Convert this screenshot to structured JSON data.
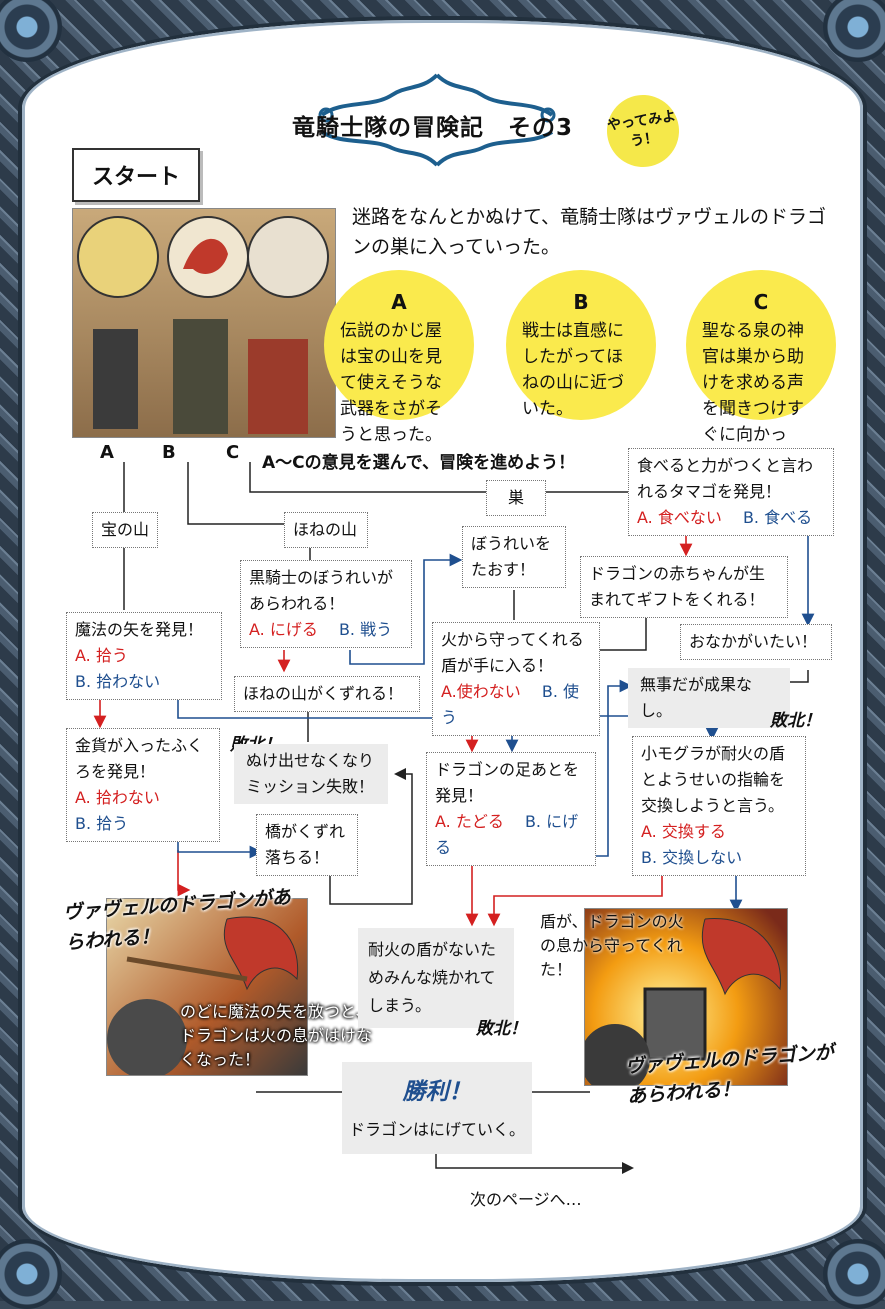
{
  "title": "竜騎士隊の冒険記　その3",
  "badge": "やってみよう！",
  "start_label": "スタート",
  "intro": "迷路をなんとかぬけて、竜騎士隊はヴァヴェルのドラゴンの巣に入っていった。",
  "options": [
    {
      "label": "A",
      "text": "伝説のかじ屋は宝の山を見て使えそうな武器をさがそうと思った。"
    },
    {
      "label": "B",
      "text": "戦士は直感にしたがってほねの山に近づいた。"
    },
    {
      "label": "C",
      "text": "聖なる泉の神官は巣から助けを求める声を聞きつけすぐに向かった。"
    }
  ],
  "path_labels": [
    "A",
    "B",
    "C"
  ],
  "prompt": "A〜Cの意見を選んで、冒険を進めよう！",
  "nodes": {
    "nest": "巣",
    "treasure": "宝の山",
    "bones": "ほねの山",
    "egg": {
      "text": "食べると力がつくと言われるタマゴを発見！",
      "a": "A. 食べない",
      "b": "B. 食べる"
    },
    "knight": {
      "text": "黒騎士のぼうれいがあらわれる！",
      "a": "A. にげる",
      "b": "B. 戦う"
    },
    "defeat_ghost": "ぼうれいをたおす！",
    "baby": "ドラゴンの赤ちゃんが生まれてギフトをくれる！",
    "stomach": "おなかがいたい！",
    "arrow": {
      "text": "魔法の矢を発見！",
      "a": "A. 拾う",
      "b": "B. 拾わない"
    },
    "shield": {
      "text": "火から守ってくれる盾が手に入る！",
      "a": "A.使わない",
      "b": "B. 使う"
    },
    "collapse": "ほねの山がくずれる！",
    "safe": "無事だが成果なし。",
    "gold": {
      "text": "金貨が入ったふくろを発見！",
      "a": "A. 拾わない",
      "b": "B. 拾う"
    },
    "stuck": "ぬけ出せなくなりミッション失敗！",
    "footprints": {
      "text": "ドラゴンの足あとを発見！",
      "a": "A. たどる",
      "b": "B. にげる"
    },
    "mole": {
      "text": "小モグラが耐火の盾とようせいの指輪を交換しようと言う。",
      "a": "A. 交換する",
      "b": "B. 交換しない"
    },
    "bridge": "橋がくずれ落ちる！",
    "burned": "耐火の盾がないためみんな焼かれてしまう。"
  },
  "defeat": "敗北！",
  "dragon_appears": "ヴァヴェルのドラゴンがあらわれる！",
  "caption_arrow": "のどに魔法の矢を放つと、ドラゴンは火の息がはけなくなった！",
  "caption_shield": "盾が、ドラゴンの火の息から守ってくれた！",
  "victory": {
    "title": "勝利！",
    "text": "ドラゴンはにげていく。"
  },
  "next_page": "次のページへ…",
  "colors": {
    "circle": "#faea4d",
    "red": "#d42020",
    "blue": "#1f4f8f",
    "gray_box": "#ececec"
  }
}
